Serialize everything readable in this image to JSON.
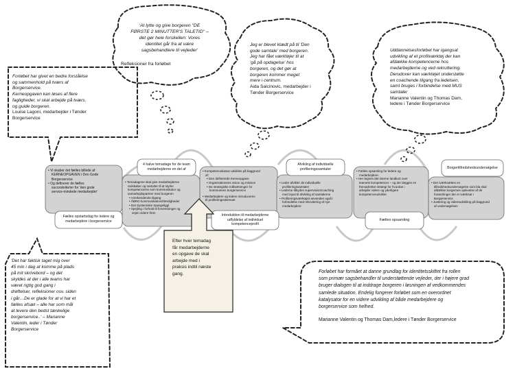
{
  "callouts": {
    "top_center": {
      "lines": [
        "'At lytte og give borgeren \"DE",
        "FØRSTE 2 MINUTTER'S TALETID\" –",
        "det gør hele forskellen: Vores",
        "identitet går fra at være",
        "sagsbehandlere til vejleder'"
      ],
      "attribution": "Refleksioner fra forløbet"
    },
    "top_left": {
      "lines": [
        "Forløbet har givet en bedre forståelse",
        "og sammenhold på tværs af",
        "Borgerservice.",
        "Kerneopgaven kan løses af flere",
        "fagligheder, vi skal arbejde på tværs,",
        "og guide borgeren."
      ],
      "attribution": [
        "Louise Lagoni, medarbejder i Tønder",
        "Borgerservice"
      ]
    },
    "top_mid_right": {
      "lines": [
        "Jeg er blevet klædt på til 'Den",
        "gode samtale' med borgeren.",
        "Jeg har fået værktøjer til at",
        "'gå på opdagelse' hos",
        "borgeren, og det gør at",
        "borgeren kommer meget",
        "mere i centrum."
      ],
      "attribution": [
        "Aida Salcinovic, medarbejder i",
        "Tønder Borgerservice"
      ]
    },
    "top_right": {
      "lines": [
        "Uddannelsesforløbet har igangsat",
        "udvikling af et profilværktøj der kan",
        "afdække kompetencerne hos",
        "medarbejderne og ved rekruttering.",
        "Derudover kan værktøjet understøtte",
        "en coachende tilgang fra ledelsen,",
        "samt bruges i forbindelse med MUS",
        "samtaler"
      ],
      "attribution": [
        "Marianne Valentin og Thomas Dam,",
        "ledere i Tønder Borgerservice"
      ]
    },
    "bottom_left": {
      "lines": [
        "'Det har faktisk taget mig over",
        "45 min i dag at komme på plads",
        "på mit skrivebord – og det",
        "skyldes at der i alle teams har",
        "været rigtig god gang i",
        "drøftelser, refleksioner osv. siden",
        "i går…De er glade for at vi har et",
        "fælles afsæt – alle har som mål",
        "at levere den bedst tænkelige",
        "borgerservice..' – Marianne",
        "Valentin, leder i Tønder",
        "Borgerservice"
      ]
    },
    "bottom_right": {
      "lines": [
        "Forløbet har formået at danne grundlag for identitetsskiftet fra rollen",
        "som primær sagsbehandler til understøttende vejleder, der i højere grad",
        "bruger dialogen til at inddrage borgeren i løsningen af vedkommendes",
        "samlede situation. Endelig fungerer forløbet som en overordnet",
        "katalysator for en videre udvikling af både medarbejdere og",
        "borgerservice som helhed."
      ],
      "attribution": "Marianne Valentin og Thomas Dam,ledere i Tønder Borgerservice"
    }
  },
  "arrow_note": {
    "lines": [
      "Efter hver temadag",
      "får medarbejderne",
      "en opgave de skal",
      "arbejde med i",
      "praksis indtil næste",
      "gang."
    ]
  },
  "process": {
    "step1": {
      "bullets": [
        "Vi skaber det fælles billede af",
        "KERNEOPGAVEN i Den Gode",
        "Borgerservice",
        "Og definerer de fælles",
        "succeskriterier for 'den gode",
        "service-mindede medarbejder'"
      ],
      "label": [
        "Fælles opstartsdag for ledere og",
        "medarbejdere i borgerservice"
      ]
    },
    "step2": {
      "label": [
        "4 halve temadage for de team",
        "medarbejderne en del af"
      ],
      "bullets": [
        "Temadagene skal give medarbejderne",
        "redskaber og metoder til at styrke",
        "kompetencerne som kommunikator og",
        "samarbejdspartner med borgeren",
        "Anerkendende tilgang",
        "ÅBRO kommunikationsfærdigheder",
        "Det Systemiske Spørgeliggl",
        "Spejling i forhold til forventninger og",
        "vejen videre frem"
      ]
    },
    "step3": {
      "bullets": [
        "Kompetencekasse udvikles på baggrund",
        "af:",
        "Den definerede Kerneopgave",
        "Organisationens vision og mission",
        "De strategiske målsætninger for",
        "kommunens borgerservice",
        "Medarbejdere og ledere introduceres",
        "til profileringsskemaet"
      ],
      "label": [
        "Introduktion til medarbejderne",
        "udfyldelse af individuel",
        "kompetenceprofil"
      ]
    },
    "step4": {
      "label": [
        "Afvikling af individuelle",
        "profileringssamtaler"
      ],
      "bullets": [
        "Leder afvikler de individuelle",
        "profileringssamtaler",
        "Lederne tilbydes supervision/coaching",
        "med input til afvikling af samtalerne",
        "Profileringsværktøjet anvendes også i",
        "forbindelse med rekruttering af nye",
        "medarbejdere"
      ]
    },
    "step5": {
      "bullets": [
        "Fælles opsamling for ledere og",
        "medarbejdere.",
        "Her tegnes det interne landkort over",
        "teamets kompetencer – og der lægges en",
        "fremadrettet strategi for hvordan i",
        "arbejder videre og yderligere",
        "kompetenceudvikler"
      ],
      "label": [
        "Fælles opsamling"
      ]
    },
    "step6": {
      "label": [
        "Borgertilfredshedsundersøgelse"
      ],
      "bullets": [
        "Der iværksættes en",
        "tilfredshedsundersøgelse som bla skal",
        "afdække borgernes oplevelse af de",
        "forandringer der er iværksat i",
        "Borgerservice",
        "Justering og videreudvikling på baggrund",
        "af undersøgelsen"
      ]
    }
  }
}
